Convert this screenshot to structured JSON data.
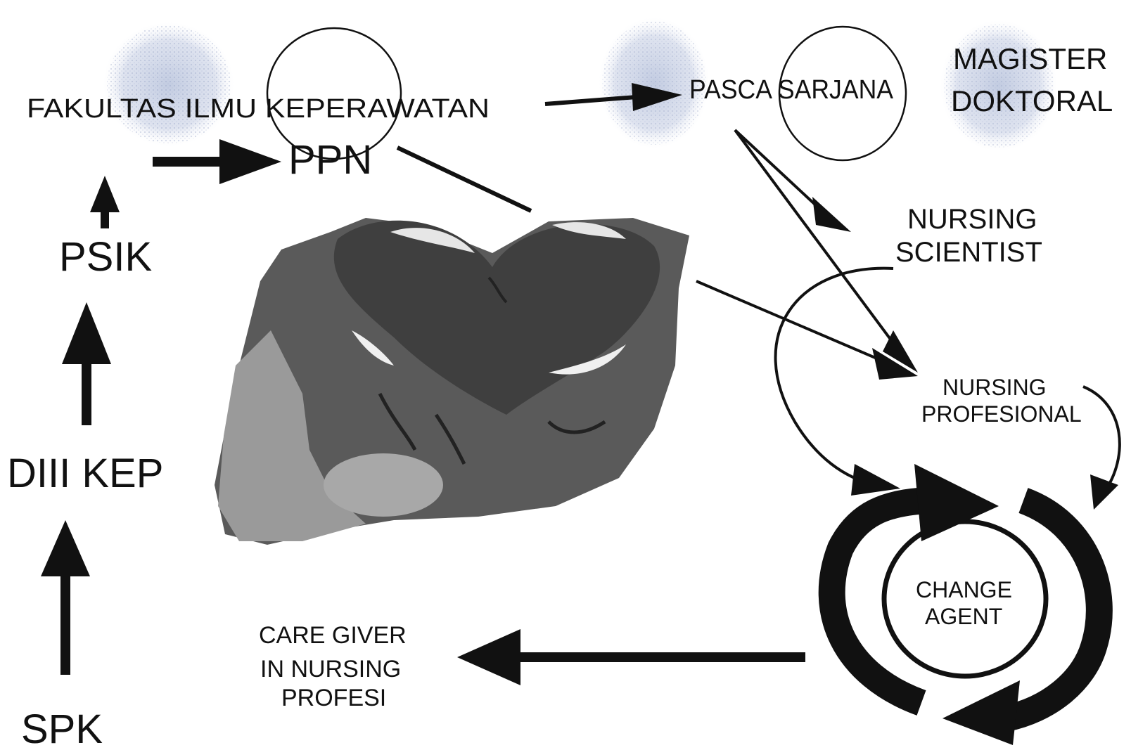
{
  "nodes": {
    "spk": "SPK",
    "diii_kep": "DIII KEP",
    "psik": "PSIK",
    "fakultas": "FAKULTAS ILMU KEPERAWATAN",
    "ppn": "PPN",
    "pasca_sarjana": "PASCA SARJANA",
    "magister": "MAGISTER",
    "doktoral": "DOKTORAL",
    "nursing_scientist_line1": "NURSING",
    "nursing_scientist_line2": "SCIENTIST",
    "nursing_profesional_line1": "NURSING",
    "nursing_profesional_line2": "PROFESIONAL",
    "change_agent_line1": "CHANGE",
    "change_agent_line2": "AGENT",
    "care_giver_line1": "CARE GIVER",
    "care_giver_line2": "IN NURSING",
    "care_giver_line3": "PROFESI"
  },
  "colors": {
    "ink": "#111111",
    "halftone_blue": "#9aa7c8",
    "heart_dark": "#4a4a4a",
    "heart_mid": "#7a7a7a",
    "heart_light": "#a9a9a9"
  },
  "icons": {
    "center_image": "heart-in-hands-illustration",
    "cycle": "circular-cycle-arrows"
  }
}
